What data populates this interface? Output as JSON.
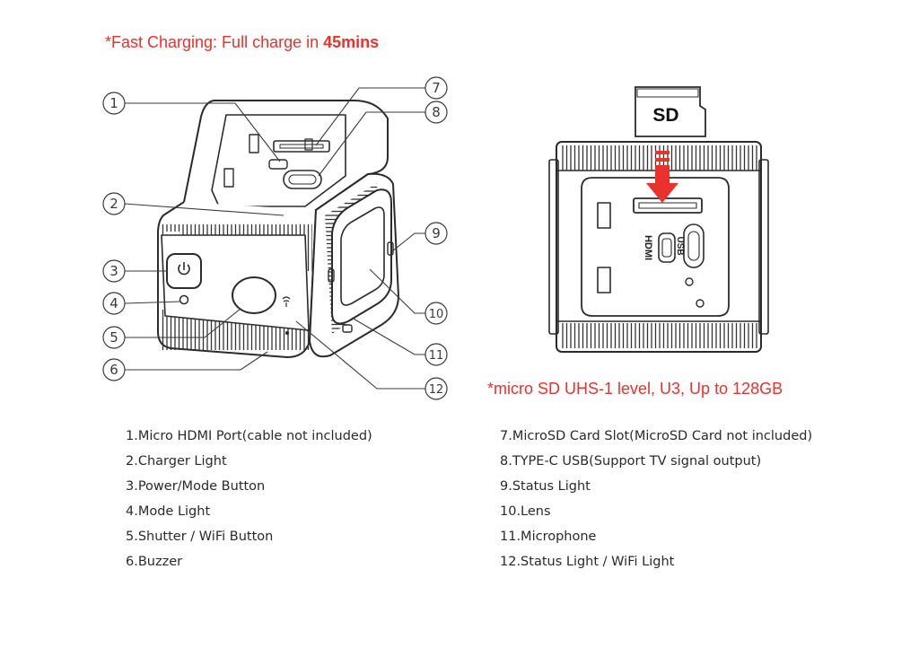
{
  "charging_note": {
    "prefix": "*Fast Charging: Full charge in ",
    "emphasis": "45mins"
  },
  "sd_note": "*micro SD UHS-1 level, U3, Up to 128GB",
  "sd_card_label": "SD",
  "port_labels": {
    "hdmi": "HDMI",
    "usb": "USB"
  },
  "callouts": [
    "1",
    "2",
    "3",
    "4",
    "5",
    "6",
    "7",
    "8",
    "9",
    "10",
    "11",
    "12"
  ],
  "legend_left": [
    "1.Micro HDMI Port(cable not included)",
    "2.Charger Light",
    "3.Power/Mode Button",
    "4.Mode Light",
    "5.Shutter / WiFi Button",
    "6.Buzzer"
  ],
  "legend_right": [
    "7.MicroSD Card Slot(MicroSD Card not included)",
    "8.TYPE-C USB(Support TV signal output)",
    "9.Status Light",
    "10.Lens",
    "11.Microphone",
    "12.Status Light / WiFi Light"
  ],
  "colors": {
    "note_red": "#e8322b",
    "arrow_red": "#e8322b",
    "line": "#2b2b2b"
  },
  "icons": [
    "power-icon",
    "wifi-icon",
    "sd-card-icon",
    "down-arrow-icon"
  ]
}
